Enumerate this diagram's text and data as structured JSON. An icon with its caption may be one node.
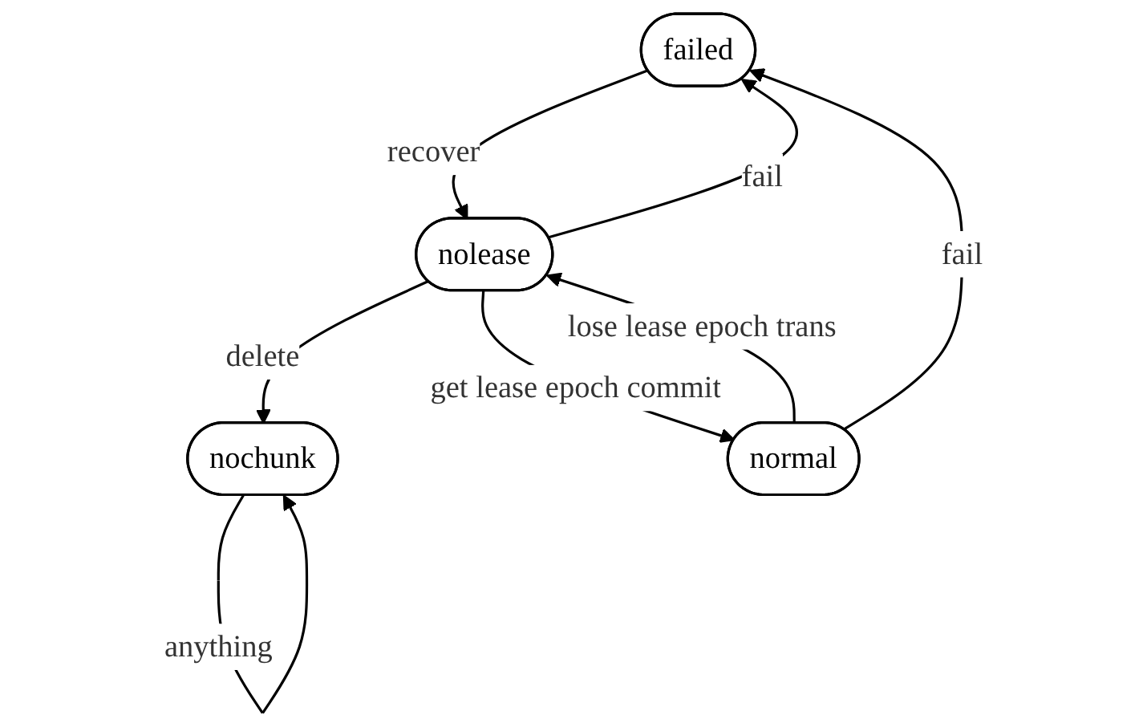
{
  "diagram": {
    "nodes": [
      {
        "text": [
          "failed"
        ]
      },
      {
        "text": [
          "nolease"
        ]
      },
      {
        "text": [
          "nochunk"
        ]
      },
      {
        "text": [
          "normal"
        ]
      }
    ],
    "edges": [
      {
        "from": 0,
        "to": 1,
        "arrow": "to",
        "label": "recover"
      },
      {
        "from": 1,
        "to": 0,
        "arrow": "to",
        "label": "fail"
      },
      {
        "from": 1,
        "to": 2,
        "arrow": "to",
        "label": "delete"
      },
      {
        "from": 1,
        "to": 3,
        "arrow": "to",
        "label": "get lease epoch commit"
      },
      {
        "from": 3,
        "to": 1,
        "arrow": "to",
        "label": "lose lease epoch trans"
      },
      {
        "from": 3,
        "to": 0,
        "arrow": "to",
        "label": "fail"
      },
      {
        "from": 2,
        "to": 2,
        "arrow": "to",
        "label": "anything"
      }
    ]
  }
}
